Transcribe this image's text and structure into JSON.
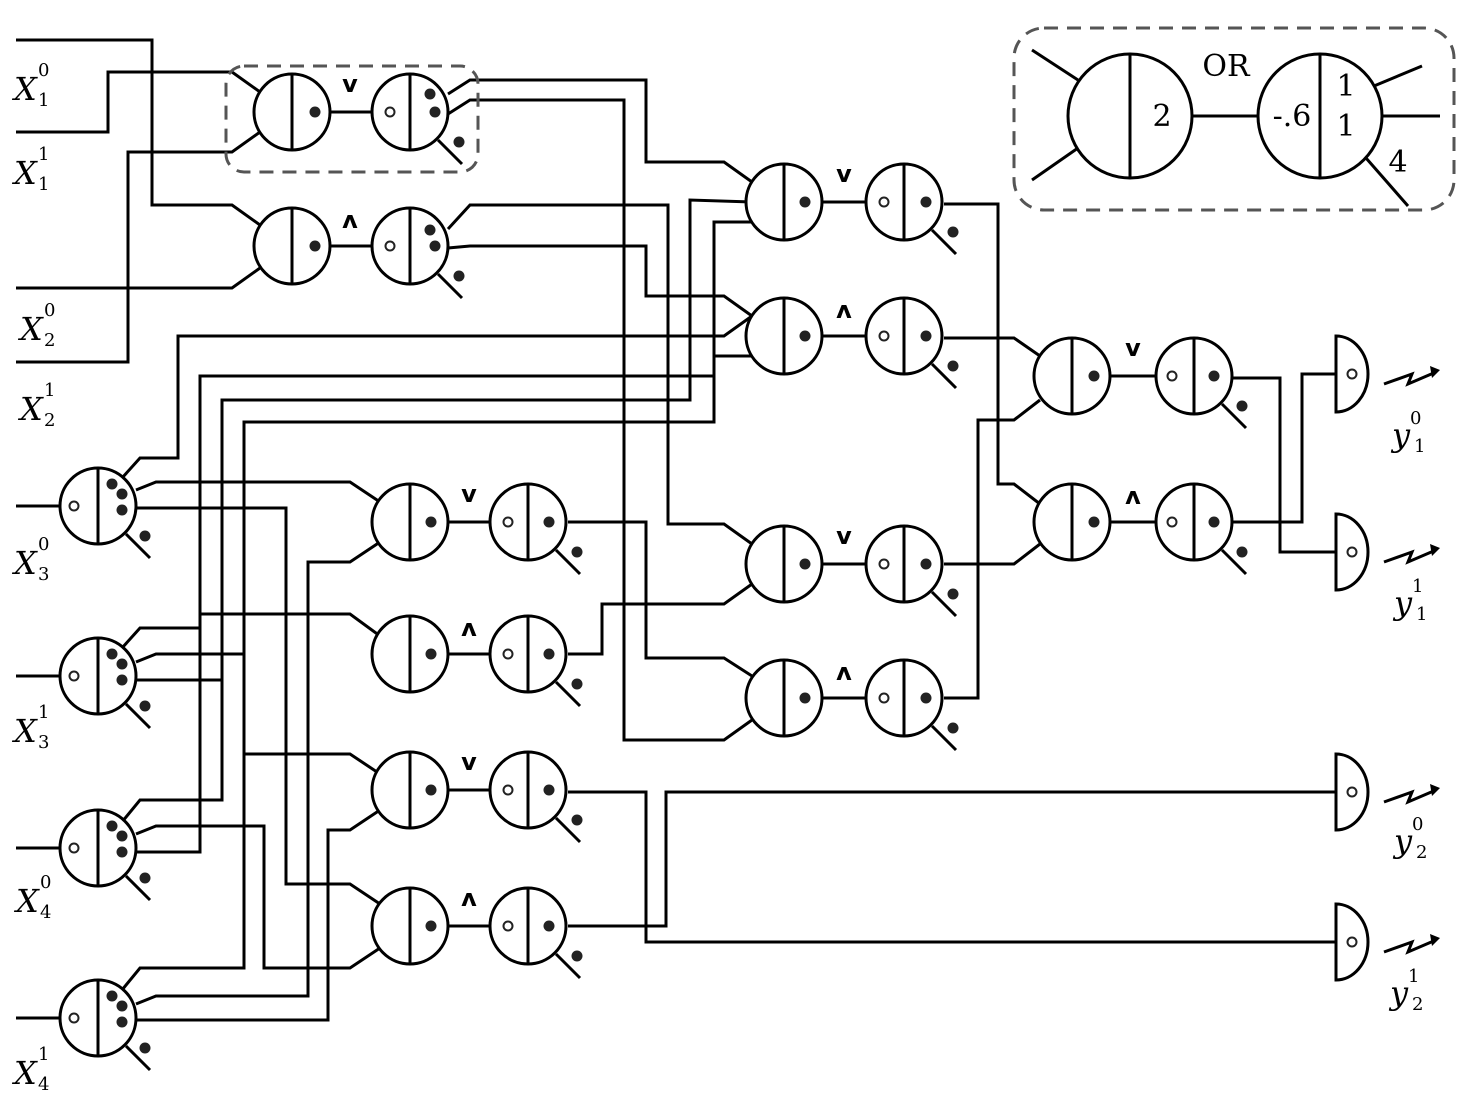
{
  "ops": {
    "or": "v",
    "and": "ʌ"
  },
  "legend": {
    "title": "OR",
    "left_value": "2",
    "right_value": "-.6",
    "right_top": "1",
    "right_mid": "1",
    "out_weight": "4"
  },
  "inputs": [
    {
      "name": "X",
      "sup": "0",
      "sub": "1"
    },
    {
      "name": "X",
      "sup": "1",
      "sub": "1"
    },
    {
      "name": "X",
      "sup": "0",
      "sub": "2"
    },
    {
      "name": "X",
      "sup": "1",
      "sub": "2"
    },
    {
      "name": "X",
      "sup": "0",
      "sub": "3"
    },
    {
      "name": "X",
      "sup": "1",
      "sub": "3"
    },
    {
      "name": "X",
      "sup": "0",
      "sub": "4"
    },
    {
      "name": "X",
      "sup": "1",
      "sub": "4"
    }
  ],
  "outputs": [
    {
      "name": "y",
      "sup": "0",
      "sub": "1"
    },
    {
      "name": "y",
      "sup": "1",
      "sub": "1"
    },
    {
      "name": "y",
      "sup": "0",
      "sub": "2"
    },
    {
      "name": "y",
      "sup": "1",
      "sub": "2"
    }
  ]
}
